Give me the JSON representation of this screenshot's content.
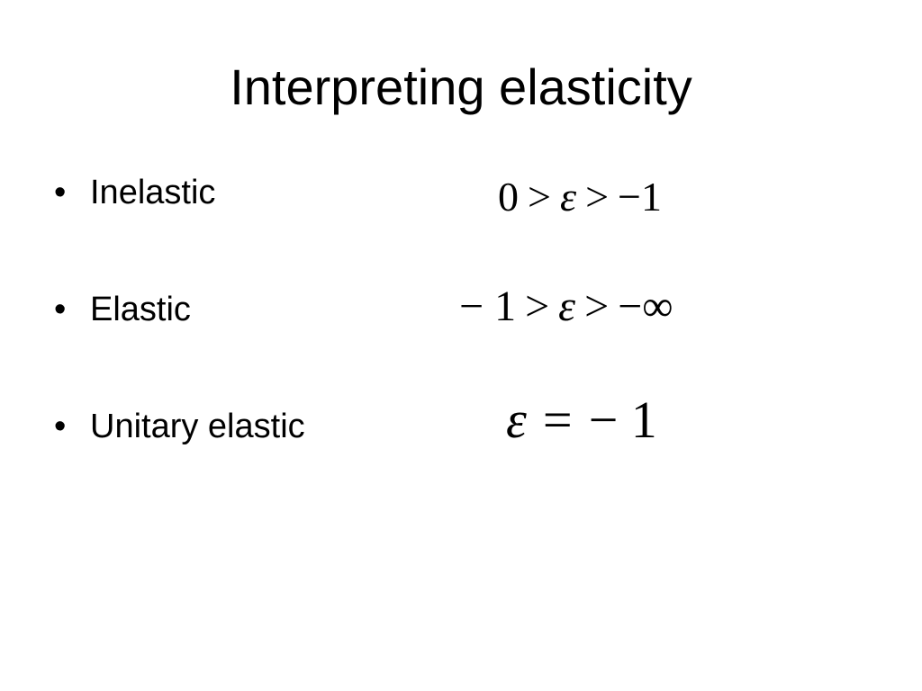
{
  "slide": {
    "title": "Interpreting elasticity",
    "bullet_glyph": "•",
    "items": [
      {
        "label": "Inelastic",
        "formula": {
          "left": "0",
          "rel1": ">",
          "symbol": "ε",
          "rel2": ">",
          "right": "−1"
        }
      },
      {
        "label": "Elastic",
        "formula": {
          "left": "− 1",
          "rel1": ">",
          "symbol": "ε",
          "rel2": ">",
          "right": "−∞"
        }
      },
      {
        "label": "Unitary elastic",
        "formula": {
          "symbol": "ε",
          "rel": "=",
          "right": "− 1"
        }
      }
    ]
  }
}
